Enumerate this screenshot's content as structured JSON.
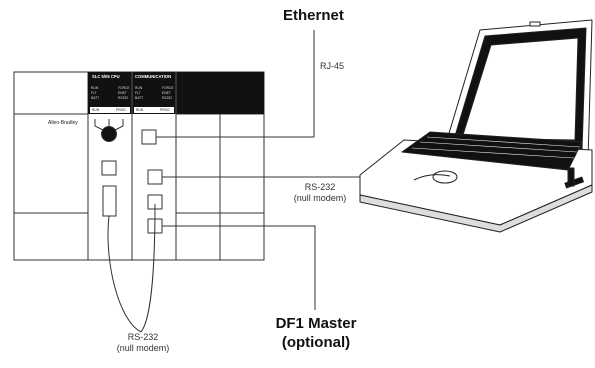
{
  "labels": {
    "ethernet": "Ethernet",
    "rj45": "RJ-45",
    "rs232_laptop": "RS-232",
    "rs232_laptop_sub": "(null modem)",
    "rs232_loop": "RS-232",
    "rs232_loop_sub": "(null modem)",
    "df1_master": "DF1 Master",
    "df1_master_sub": "(optional)"
  },
  "chassis": {
    "brand": "Allen-Bradley",
    "cpu_module": "SLC 5/05 CPU",
    "comm_module": "COMMUNICATION",
    "cpu_leds_left": [
      "RUN",
      "FLT",
      "BATT"
    ],
    "cpu_leds_right": [
      "FORCE",
      "ENET",
      "RS232"
    ],
    "comm_leds_left": [
      "RUN",
      "FLT",
      "BATT"
    ],
    "comm_leds_right": [
      "FORCE",
      "ENET",
      "RS232"
    ],
    "cpu_switch": [
      "RUN",
      "PROG"
    ],
    "comm_switch": [
      "RUN",
      "PROG"
    ]
  },
  "colors": {
    "line": "#333333",
    "module_header": "#111111"
  }
}
